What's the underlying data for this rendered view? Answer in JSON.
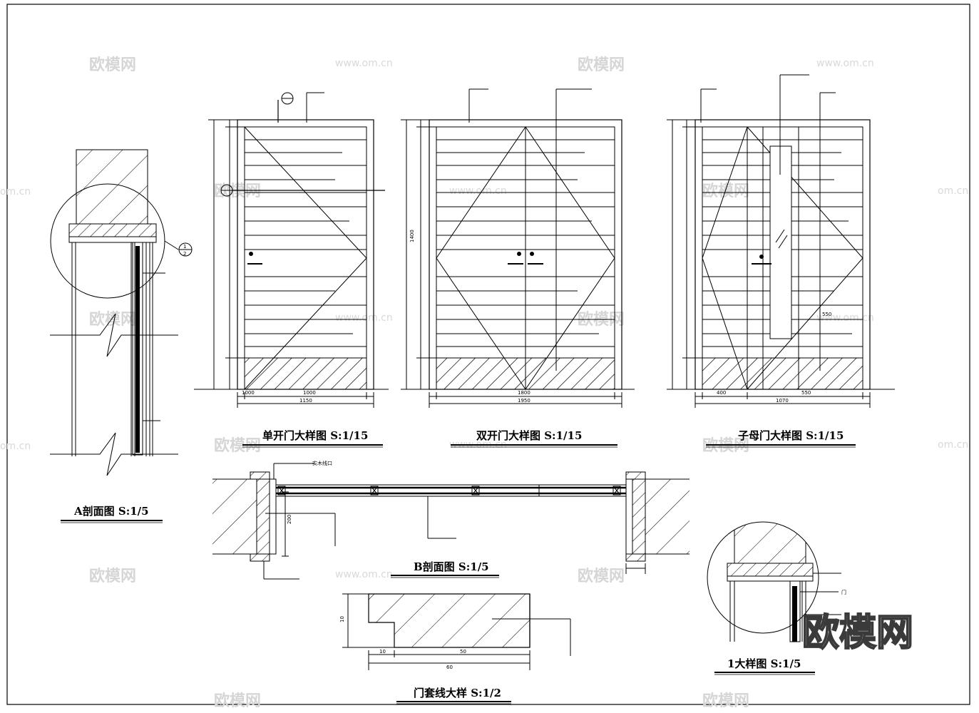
{
  "titles": {
    "single": "单开门大样图 S:1/15",
    "double": "双开门大样图 S:1/15",
    "mother": "子母门大样图 S:1/15",
    "sectionA": "A剖面图 S:1/5",
    "sectionB": "B剖面图 S:1/5",
    "trim": "门套线大样 S:1/2",
    "detail1": "1大样图 S:1/5"
  },
  "callouts": {
    "sectionB_top": "实木线口",
    "detail1_door": "门"
  },
  "dimensions": {
    "single_w_left": "1000",
    "single_total": "1150",
    "double_w": "1800",
    "double_total": "1950",
    "double_h": "1400",
    "mother_left": "400",
    "mother_right": "550",
    "mother_total": "1070",
    "mother_inner": "550",
    "trim_h": "10",
    "trim_a": "10",
    "trim_b": "50",
    "trim_total": "60",
    "sectionB_depth": "200"
  },
  "symbols": {
    "bubble_1": "1",
    "bubble_2": "2"
  },
  "watermark": {
    "brand": "欧模网",
    "url": "www.om.cn",
    "url_short": "om.cn"
  },
  "colors": {
    "line": "#000000",
    "watermark": "#d6d6d6"
  }
}
